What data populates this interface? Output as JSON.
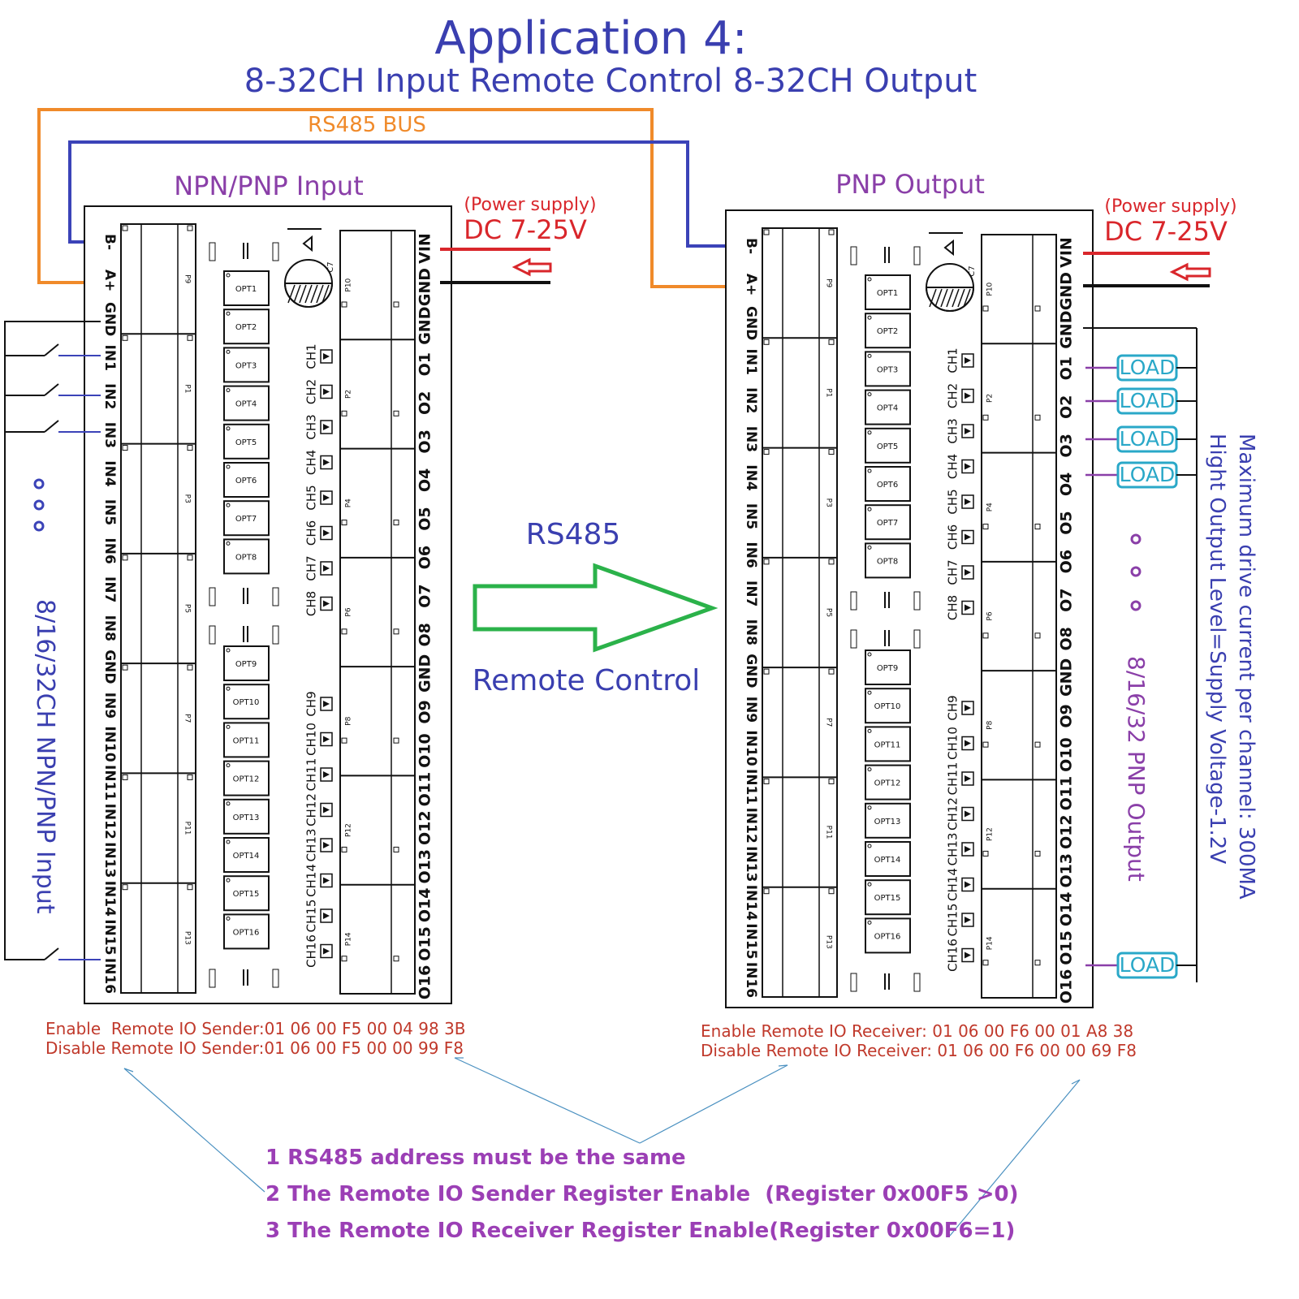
{
  "title": "Application 4:",
  "subtitle": "8-32CH Input Remote Control 8-32CH Output",
  "bus_label": "RS485 BUS",
  "rs485_label": "RS485",
  "remote_control_label": "Remote Control",
  "power": {
    "supply_label": "(Power supply)",
    "voltage_label": "DC 7-25V"
  },
  "left_board": {
    "heading": "NPN/PNP Input",
    "left_terminals": [
      "B-",
      "A+",
      "GND",
      "IN1",
      "IN2",
      "IN3",
      "IN4",
      "IN5",
      "IN6",
      "IN7",
      "IN8",
      "GND",
      "IN9",
      "IN10",
      "IN11",
      "IN12",
      "IN13",
      "IN14",
      "IN15",
      "IN16"
    ],
    "right_terminals": [
      "VIN",
      "GND",
      "GND",
      "O1",
      "O2",
      "O3",
      "O4",
      "O5",
      "O6",
      "O7",
      "O8",
      "GND",
      "O9",
      "O10",
      "O11",
      "O12",
      "O13",
      "O14",
      "O15",
      "O16"
    ],
    "side_label": "8/16/32CH NPN/PNP Input",
    "enable_cmd": "Enable  Remote IO Sender:01 06 00 F5 00 04 98 3B",
    "disable_cmd": "Disable Remote IO Sender:01 06 00 F5 00 00 99 F8"
  },
  "right_board": {
    "heading": "PNP Output",
    "left_terminals": [
      "B-",
      "A+",
      "GND",
      "IN1",
      "IN2",
      "IN3",
      "IN4",
      "IN5",
      "IN6",
      "IN7",
      "IN8",
      "GND",
      "IN9",
      "IN10",
      "IN11",
      "IN12",
      "IN13",
      "IN14",
      "IN15",
      "IN16"
    ],
    "right_terminals": [
      "VIN",
      "GND",
      "GND",
      "O1",
      "O2",
      "O3",
      "O4",
      "O5",
      "O6",
      "O7",
      "O8",
      "GND",
      "O9",
      "O10",
      "O11",
      "O12",
      "O13",
      "O14",
      "O15",
      "O16"
    ],
    "side_label": "8/16/32 PNP Output",
    "enable_cmd": "Enable Remote IO Receiver: 01 06 00 F6 00 01 A8 38",
    "disable_cmd": "Disable Remote IO Receiver: 01 06 00 F6 00 00 69 F8",
    "load_label": "LOAD"
  },
  "board_parts": {
    "opt_labels": [
      "OPT1",
      "OPT2",
      "OPT3",
      "OPT4",
      "OPT5",
      "OPT6",
      "OPT7",
      "OPT8",
      "OPT9",
      "OPT10",
      "OPT11",
      "OPT12",
      "OPT13",
      "OPT14",
      "OPT15",
      "OPT16"
    ],
    "ch_labels": [
      "CH1",
      "CH2",
      "CH3",
      "CH4",
      "CH5",
      "CH6",
      "CH7",
      "CH8",
      "CH9",
      "CH10",
      "CH11",
      "CH12",
      "CH13",
      "CH14",
      "CH15",
      "CH16"
    ],
    "connector_left": [
      "P9",
      "P1",
      "P3",
      "P5",
      "P7",
      "P11",
      "P13"
    ],
    "connector_right": [
      "P10",
      "P2",
      "P4",
      "P6",
      "P8",
      "P12",
      "P14"
    ],
    "cap_label": "C7"
  },
  "notes": {
    "max_current": "Maximum drive current per channel: 300MA",
    "output_level": "Hight Output Level=Supply Voltage-1.2V",
    "items": [
      "1 RS485 address must be the same",
      "2 The Remote IO Sender Register Enable  (Register 0x00F5 >0)",
      "3 The Remote IO Receiver Register Enable(Register 0x00F6=1)"
    ]
  },
  "colors": {
    "title": "#3a3fb0",
    "bus_orange": "#f08a2a",
    "bus_blue": "#3b43b8",
    "heading_purple": "#8a3fa8",
    "power_red": "#d9262b",
    "arrow_green": "#2bb24a",
    "load_cyan": "#2aa8c8",
    "command_red": "#c0392b",
    "note_purple": "#9b3fb5"
  }
}
